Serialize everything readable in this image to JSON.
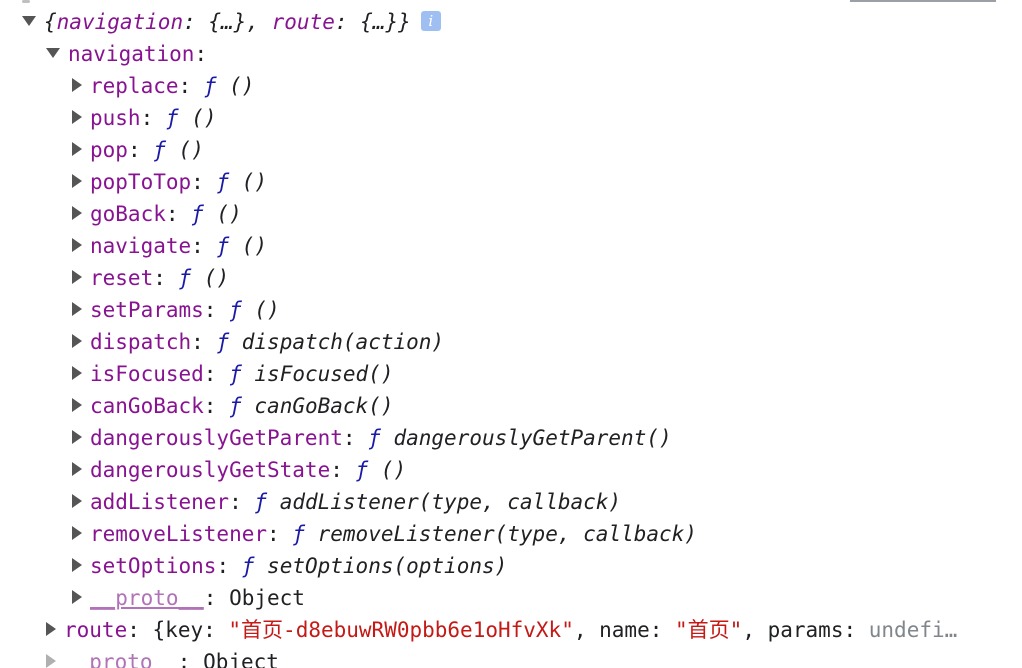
{
  "root": {
    "summary_open": "{",
    "summary_nav_key": "navigation",
    "summary_nav_val": "{…}",
    "summary_sep": ",",
    "summary_route_key": "route",
    "summary_route_val": "{…}",
    "summary_close": "}",
    "info_glyph": "i"
  },
  "navigation": {
    "key": "navigation",
    "colon": ":",
    "props": [
      {
        "key": "replace",
        "f": "ƒ",
        "sig": "()"
      },
      {
        "key": "push",
        "f": "ƒ",
        "sig": "()"
      },
      {
        "key": "pop",
        "f": "ƒ",
        "sig": "()"
      },
      {
        "key": "popToTop",
        "f": "ƒ",
        "sig": "()"
      },
      {
        "key": "goBack",
        "f": "ƒ",
        "sig": "()"
      },
      {
        "key": "navigate",
        "f": "ƒ",
        "sig": "()"
      },
      {
        "key": "reset",
        "f": "ƒ",
        "sig": "()"
      },
      {
        "key": "setParams",
        "f": "ƒ",
        "sig": "()"
      },
      {
        "key": "dispatch",
        "f": "ƒ",
        "sig": "dispatch(action)"
      },
      {
        "key": "isFocused",
        "f": "ƒ",
        "sig": "isFocused()"
      },
      {
        "key": "canGoBack",
        "f": "ƒ",
        "sig": "canGoBack()"
      },
      {
        "key": "dangerouslyGetParent",
        "f": "ƒ",
        "sig": "dangerouslyGetParent()"
      },
      {
        "key": "dangerouslyGetState",
        "f": "ƒ",
        "sig": "()"
      },
      {
        "key": "addListener",
        "f": "ƒ",
        "sig": "addListener(type, callback)"
      },
      {
        "key": "removeListener",
        "f": "ƒ",
        "sig": "removeListener(type, callback)"
      },
      {
        "key": "setOptions",
        "f": "ƒ",
        "sig": "setOptions(options)"
      }
    ],
    "proto": {
      "key": "__proto__",
      "value": "Object"
    }
  },
  "route": {
    "key": "route",
    "open": "{",
    "k1": "key",
    "v1": "\"首页-d8ebuwRW0pbb6e1oHfvXk\"",
    "k2": "name",
    "v2": "\"首页\"",
    "k3": "params",
    "v3": "undefi…"
  },
  "root_proto": {
    "key": "__proto__",
    "value": "Object"
  },
  "colors": {
    "key": "#881391",
    "function_keyword": "#1a1aa6",
    "string": "#c41a16",
    "undefined": "#80868b",
    "info_badge": "#9fbff3"
  }
}
